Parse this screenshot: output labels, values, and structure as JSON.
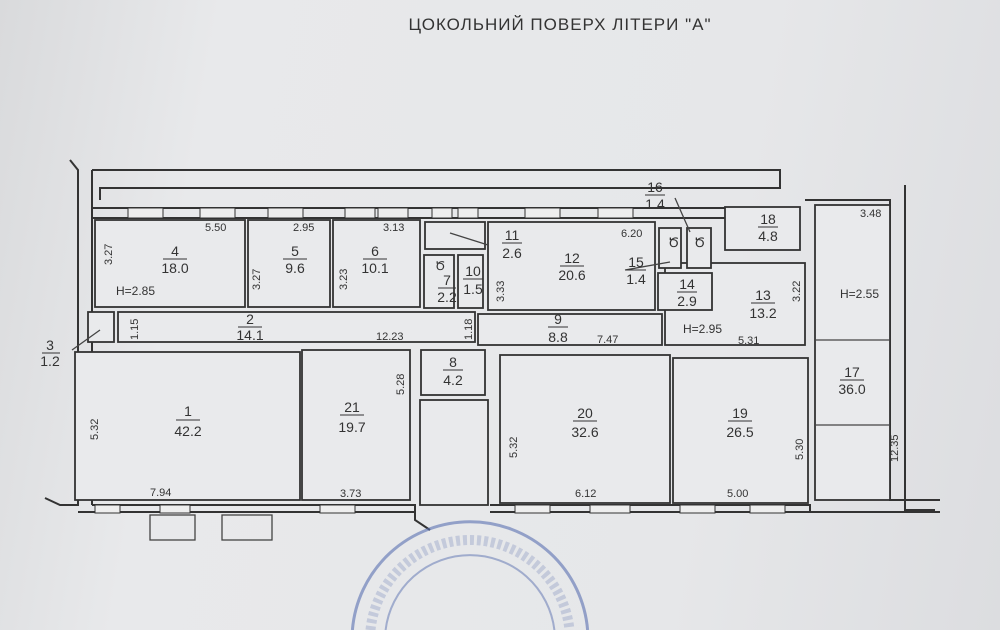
{
  "title": "ЦОКОЛЬНИЙ ПОВЕРХ ЛІТЕРИ \"А\"",
  "rooms": [
    {
      "no": "1",
      "area": "42.2"
    },
    {
      "no": "2",
      "area": "14.1"
    },
    {
      "no": "3",
      "area": "1.2"
    },
    {
      "no": "4",
      "area": "18.0"
    },
    {
      "no": "5",
      "area": "9.6"
    },
    {
      "no": "6",
      "area": "10.1"
    },
    {
      "no": "7",
      "area": "2.2"
    },
    {
      "no": "8",
      "area": "4.2"
    },
    {
      "no": "9",
      "area": "8.8"
    },
    {
      "no": "10",
      "area": "1.5"
    },
    {
      "no": "11",
      "area": "2.6"
    },
    {
      "no": "12",
      "area": "20.6"
    },
    {
      "no": "13",
      "area": "13.2"
    },
    {
      "no": "14",
      "area": "2.9"
    },
    {
      "no": "15",
      "area": "1.4"
    },
    {
      "no": "16",
      "area": "1.4"
    },
    {
      "no": "17",
      "area": "36.0"
    },
    {
      "no": "18",
      "area": "4.8"
    },
    {
      "no": "19",
      "area": "26.5"
    },
    {
      "no": "20",
      "area": "32.6"
    },
    {
      "no": "21",
      "area": "19.7"
    }
  ],
  "dimensions": [
    "5.50",
    "3.27",
    "2.95",
    "3.27",
    "3.13",
    "3.23",
    "3.33",
    "6.20",
    "3.48",
    "1.15",
    "12.23",
    "1.18",
    "7.47",
    "5.31",
    "3.22",
    "5.28",
    "5.32",
    "7.94",
    "3.73",
    "5.32",
    "6.12",
    "5.30",
    "5.00",
    "12.35"
  ],
  "heights": [
    "H=2.85",
    "H=2.95",
    "H=2.55"
  ],
  "stamp_color": "#5a6fb0"
}
